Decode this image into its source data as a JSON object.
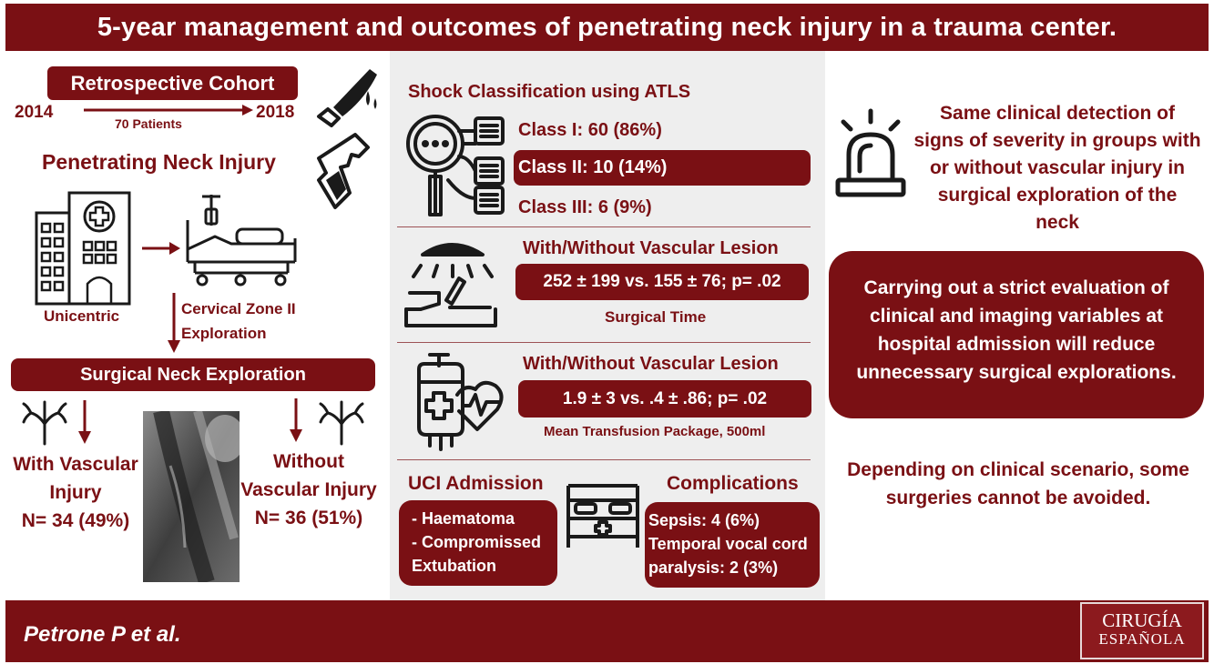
{
  "title": "5-year management and outcomes of penetrating neck injury in a trauma center.",
  "left": {
    "cohort_label": "Retrospective Cohort",
    "year_start": "2014",
    "year_end": "2018",
    "patients": "70 Patients",
    "injury_title": "Penetrating Neck Injury",
    "unicentric": "Unicentric",
    "zone_line1": "Cervical Zone II",
    "zone_line2": "Exploration",
    "exploration_label": "Surgical Neck Exploration",
    "with_line1": "With Vascular",
    "with_line2": "Injury",
    "with_n": "N= 34 (49%)",
    "without_line1": "Without",
    "without_line2": "Vascular Injury",
    "without_n": "N= 36 (51%)"
  },
  "middle": {
    "shock_title": "Shock Classification using ATLS",
    "class1": "Class I: 60 (86%)",
    "class2": "Class II: 10 (14%)",
    "class3": "Class III: 6 (9%)",
    "lesion_title1": "With/Without Vascular Lesion",
    "surgical_value": "252 ± 199 vs. 155 ± 76; p= .02",
    "surgical_caption": "Surgical Time",
    "lesion_title2": "With/Without Vascular Lesion",
    "transfusion_value": "1.9 ± 3 vs. .4 ± .86; p= .02",
    "transfusion_caption": "Mean Transfusion Package, 500ml",
    "uci_title": "UCI Admission",
    "uci_item1": "- Haematoma",
    "uci_item2": "- Compromissed",
    "uci_item3": "Extubation",
    "comp_title": "Complications",
    "comp_line1": "Sepsis: 4 (6%)",
    "comp_line2": "Temporal vocal cord",
    "comp_line3": "paralysis:  2 (3%)"
  },
  "right": {
    "detect_line1": "Same clinical detection of",
    "detect_line2": "signs of severity in groups with",
    "detect_line3": "or without vascular injury in",
    "detect_line4": "surgical exploration of the",
    "detect_line5": "neck",
    "strict_line1": "Carrying out a strict evaluation of",
    "strict_line2": "clinical and imaging variables at",
    "strict_line3": "hospital admission will reduce",
    "strict_line4": "unnecessary surgical explorations.",
    "depend_line1": "Depending on clinical scenario, some",
    "depend_line2": "surgeries cannot be avoided."
  },
  "footer": {
    "author": "Petrone P et al.",
    "logo_line1": "CIRUGÍA",
    "logo_line2": "ESPAÑOLA"
  },
  "colors": {
    "accent": "#7a1014",
    "panel": "#eeeeee",
    "icon": "#1a1a1a"
  }
}
